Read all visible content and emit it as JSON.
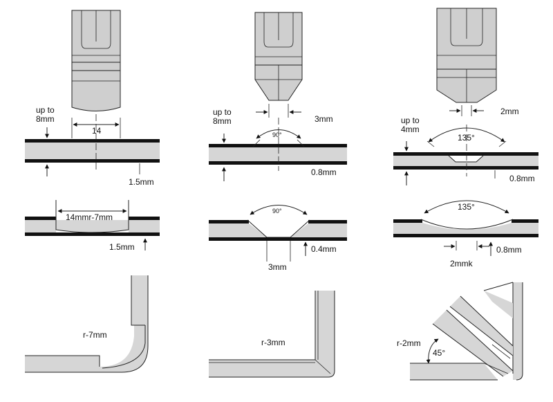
{
  "panels": [
    {
      "tool_gap_label": "",
      "depth_label": "up to\n8mm",
      "width_label": "14",
      "thickness_label": "1.5mm",
      "groove_label": "14mmr-7mm",
      "groove_thickness_label": "1.5mm",
      "bend_radius_label": "r-7mm"
    },
    {
      "tool_gap_label": "3mm",
      "depth_label": "up to\n8mm",
      "angle_label": "90°",
      "thickness_label": "0.8mm",
      "groove_angle_label": "90°",
      "groove_thickness_label": "0.4mm",
      "groove_width_label": "3mm",
      "bend_radius_label": "r-3mm"
    },
    {
      "tool_gap_label": "2mm",
      "depth_label": "up to\n4mm",
      "angle_label": "135°",
      "thickness_label": "0.8mm",
      "groove_angle_label": "135°",
      "groove_thickness_label": "0.8mm",
      "groove_width_label": "2mmk",
      "bend_radius_label": "r-2mm",
      "bend_angle_label": "45°"
    }
  ]
}
